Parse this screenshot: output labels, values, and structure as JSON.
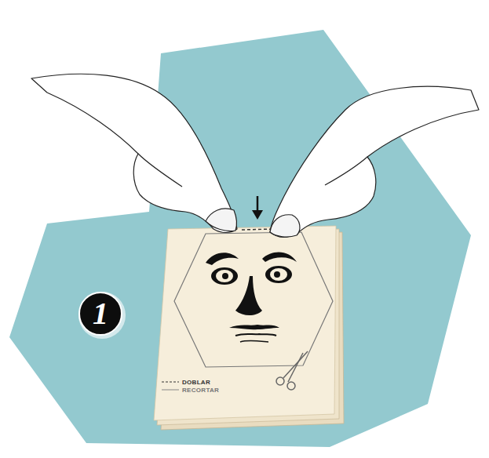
{
  "diagram": {
    "labels": [
      "1"
    ],
    "legend": [
      {
        "text": "DOBLAR"
      },
      {
        "text": "RECORTAR"
      }
    ]
  }
}
